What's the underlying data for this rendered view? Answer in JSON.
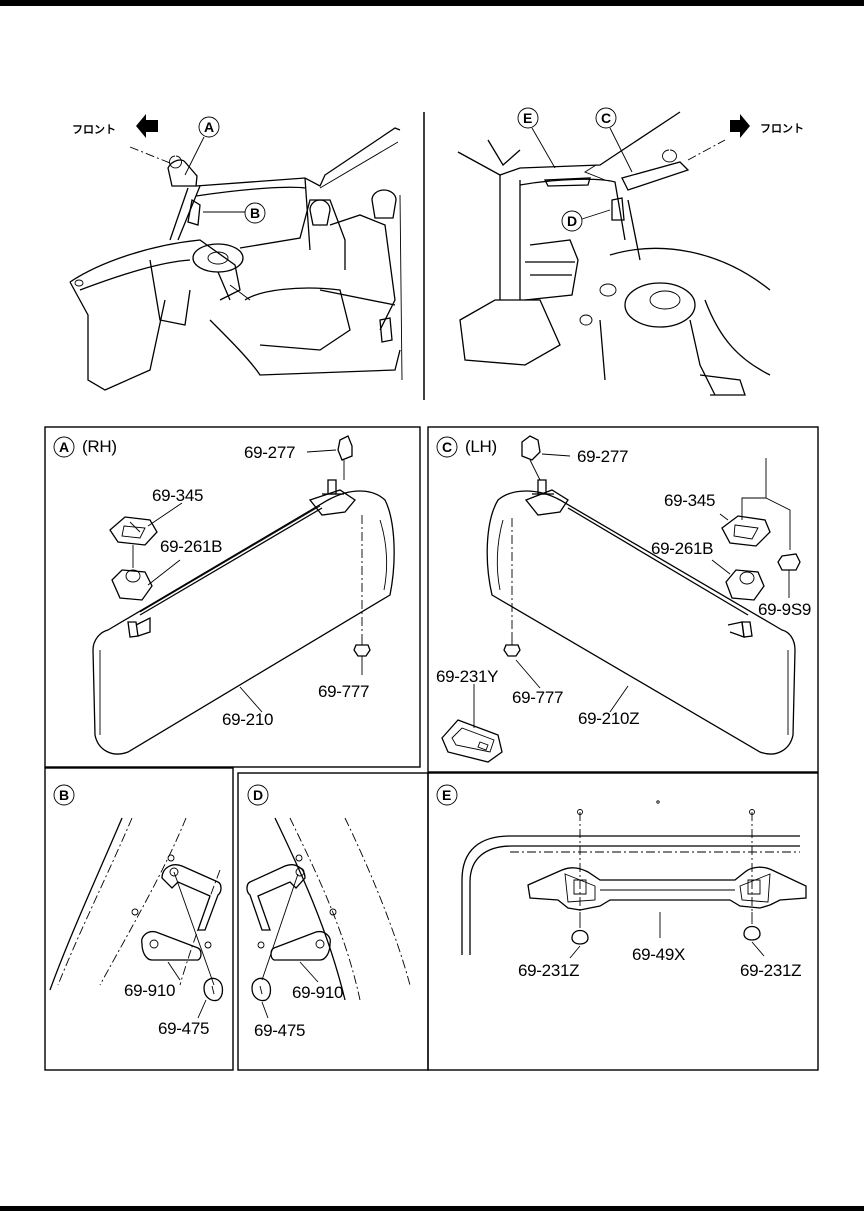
{
  "overview": {
    "left_front_label": "フロント",
    "right_front_label": "フロント",
    "callouts": [
      "A",
      "B",
      "C",
      "D",
      "E"
    ]
  },
  "panels": {
    "A": {
      "letter": "A",
      "side": "(RH)",
      "parts": [
        "69-277",
        "69-345",
        "69-261B",
        "69-777",
        "69-210"
      ]
    },
    "C": {
      "letter": "C",
      "side": "(LH)",
      "parts": [
        "69-277",
        "69-345",
        "69-261B",
        "69-9S9",
        "69-231Y",
        "69-777",
        "69-210Z"
      ]
    },
    "B": {
      "letter": "B",
      "parts": [
        "69-910",
        "69-475"
      ]
    },
    "D": {
      "letter": "D",
      "parts": [
        "69-910",
        "69-475"
      ]
    },
    "E": {
      "letter": "E",
      "parts": [
        "69-231Z",
        "69-49X",
        "69-231Z"
      ]
    }
  }
}
